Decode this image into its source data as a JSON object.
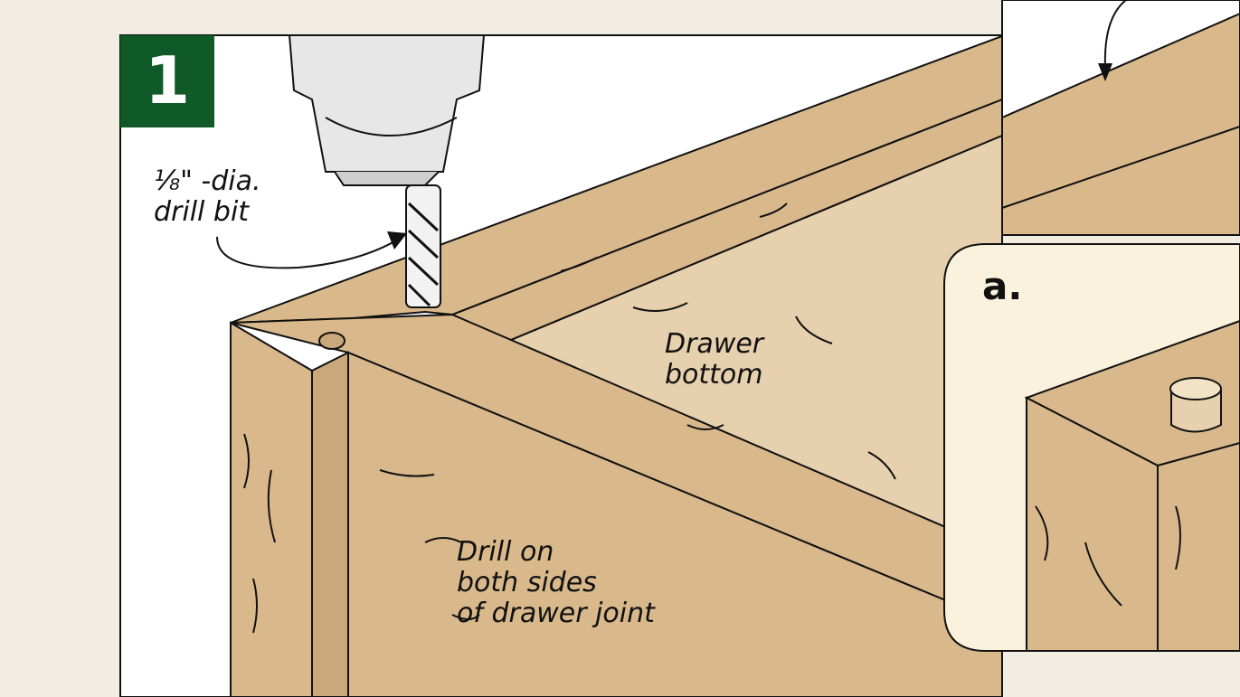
{
  "step": {
    "number": "1",
    "badge_color": "#0f5a26"
  },
  "labels": {
    "drill_bit": {
      "line1": "⅛\" -dia.",
      "line2": "drill bit"
    },
    "drawer_bottom": {
      "line1": "Drawer",
      "line2": "bottom"
    },
    "drill_note": {
      "line1": "Drill on",
      "line2": "both sides",
      "line3": "of drawer joint"
    }
  },
  "detail": {
    "label": "a."
  },
  "colors": {
    "background": "#f1ede3",
    "wood": "#d9b98c",
    "wood_light": "#e6d0ad",
    "detail_bg": "#fbf2de",
    "outline": "#111111"
  }
}
